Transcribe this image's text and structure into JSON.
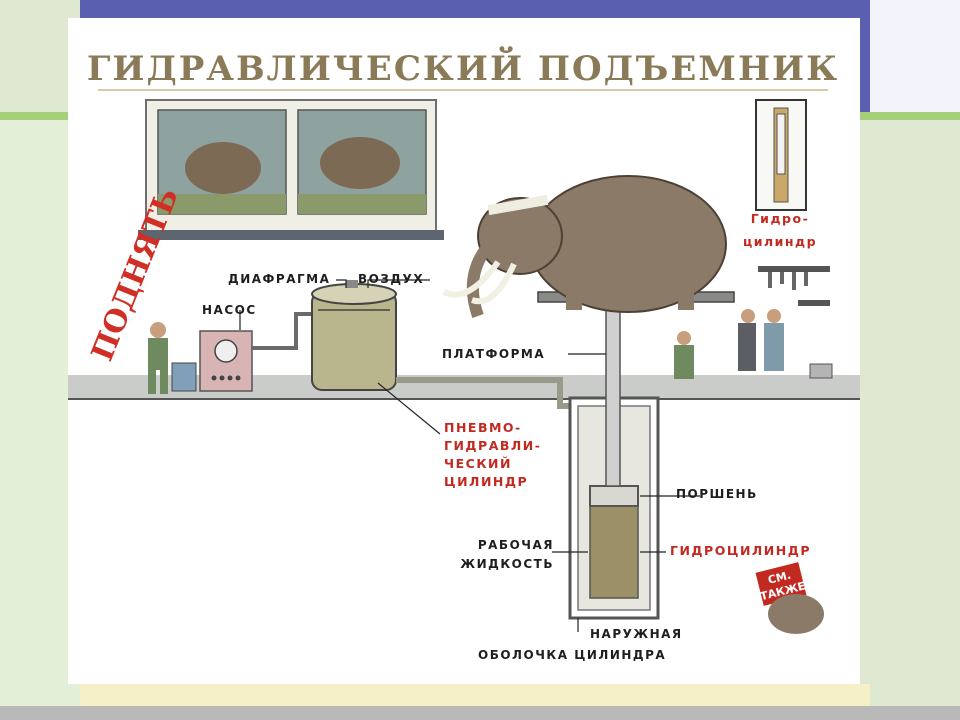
{
  "title": "ГИДРАВЛИЧЕСКИЙ ПОДЪЕМНИК",
  "side_text": "ПОДНЯТЬ",
  "labels": {
    "diaphragm": "ДИАФРАГМА",
    "air": "ВОЗДУХ",
    "pump": "НАСОС",
    "platform": "ПЛАТФОРМА",
    "piston": "ПОРШЕНЬ",
    "working_fluid_1": "РАБОЧАЯ",
    "working_fluid_2": "ЖИДКОСТЬ",
    "outer_shell_1": "НАРУЖНАЯ",
    "outer_shell_2": "ОБОЛОЧКА ЦИЛИНДРА"
  },
  "labels_red": {
    "pneumo_1": "ПНЕВМО-",
    "pneumo_2": "ГИДРАВЛИ-",
    "pneumo_3": "ЧЕСКИЙ",
    "pneumo_4": "ЦИЛИНДР",
    "hydro_cylinder": "ГИДРОЦИЛИНДР",
    "inset_1": "Гидро-",
    "inset_2": "цилиндр"
  },
  "badge": {
    "line1": "СМ.",
    "line2": "ТАКЖЕ"
  },
  "colors": {
    "title": "#8a7a58",
    "accent_red": "#c22a21",
    "slide_header": "#5a5fb0",
    "slide_green": "#a6cf79",
    "cylinder_fill": "#b9b58c",
    "ground": "#c9ccc9"
  }
}
